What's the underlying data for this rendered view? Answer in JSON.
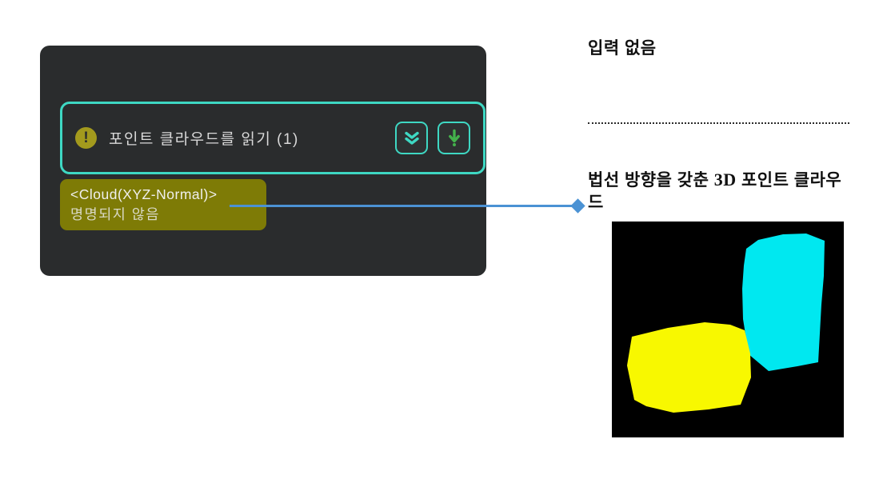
{
  "panel": {
    "node": {
      "warning_glyph": "!",
      "title": "포인트 클라우드를 읽기 (1)",
      "buttons": {
        "expand_icon": "double-chevron-down",
        "run_icon": "arrow-down"
      },
      "output_port": {
        "type": "<Cloud(XYZ-Normal)>",
        "name": "명명되지 않음"
      }
    }
  },
  "docs": {
    "no_input": "입력 없음",
    "description": {
      "prefix": "법선 방향을 갖춘 ",
      "dim_label": "3D",
      "suffix": " 포인트 클라우드"
    }
  },
  "colors": {
    "panel_bg": "#2a2c2d",
    "node_border": "#3ed8c3",
    "warning_icon_bg": "#a39a1d",
    "run_arrow_green": "#44b24c",
    "port_bg": "#7e7b06",
    "connector_blue": "#4b92d4",
    "point_cloud_cyan": "#00e8f0",
    "point_cloud_yellow": "#f8f800",
    "preview_bg": "#000000"
  }
}
